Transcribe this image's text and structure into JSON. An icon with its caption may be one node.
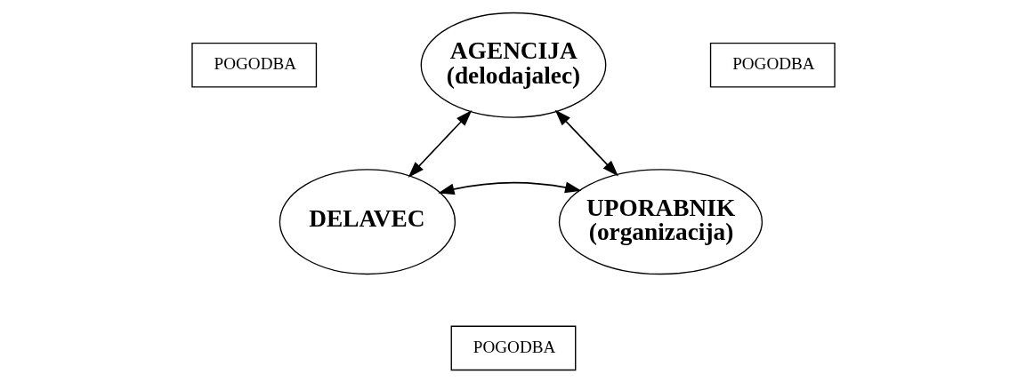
{
  "diagram": {
    "nodes": [
      {
        "text": [
          "AGENCIJA",
          "(delodajalec)"
        ]
      },
      {
        "text": [
          "POGODBA"
        ]
      },
      {
        "text": [
          "POGODBA"
        ]
      },
      {
        "text": [
          "DELAVEC"
        ]
      },
      {
        "text": [
          "UPORABNIK",
          "(organizacija)"
        ]
      },
      {
        "text": [
          "POGODBA"
        ]
      }
    ],
    "edges": [
      {
        "from": 0,
        "to": 3,
        "arrow": "both"
      },
      {
        "from": 0,
        "to": 4,
        "arrow": "both"
      },
      {
        "from": 3,
        "to": 4,
        "arrow": "both"
      }
    ]
  }
}
